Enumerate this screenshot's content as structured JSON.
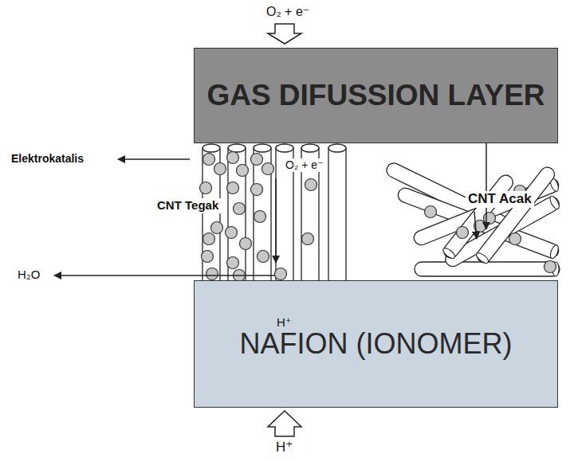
{
  "diagram": {
    "nodes": [
      {
        "text": [
          "GAS DIFUSSION LAYER"
        ]
      },
      {
        "text": [
          "NAFION (IONOMER)"
        ]
      }
    ],
    "labels": [
      "O₂ + e⁻",
      "Elektrokatalis",
      "CNT Tegak",
      "O₂ + e⁻",
      "H₂O",
      "H⁺",
      "CNT Acak",
      "H⁺"
    ]
  }
}
